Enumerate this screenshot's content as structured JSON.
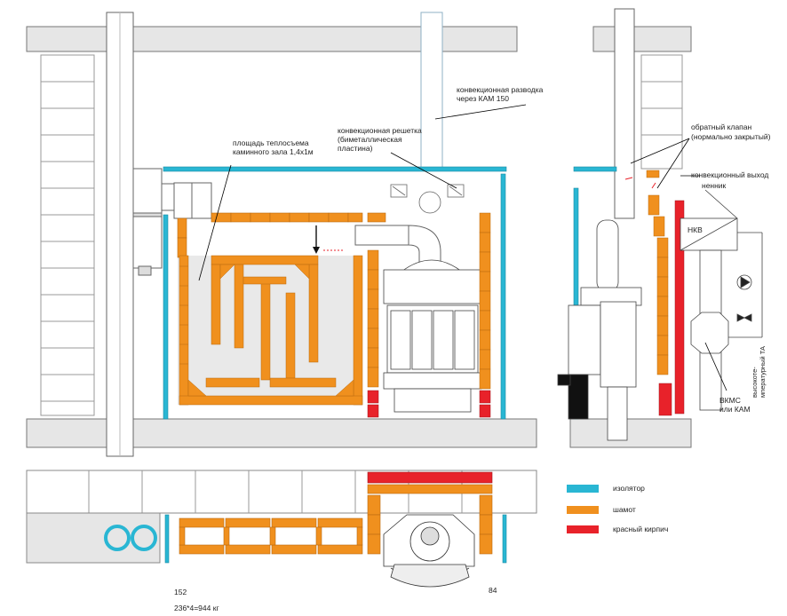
{
  "labels": {
    "convection_routing_line1": "конвекционная разводка",
    "convection_routing_line2": "через КАМ 150",
    "convection_grille_line1": "конвекционная решетка",
    "convection_grille_line2": "(биметаллическая",
    "convection_grille_line3": "пластина)",
    "heat_area_line1": "площадь теплосъема",
    "heat_area_line2": "каминного зала 1,4х1м",
    "check_valve_line1": "обратный клапан",
    "check_valve_line2": "(нормально закрытый)",
    "convection_outlet_line1": "конвекционный выход",
    "convection_outlet_line2": "ненник",
    "nkv": "НКВ",
    "vkms_line1": "ВКМС",
    "vkms_line2": "или КАМ",
    "high_temp_line1": "высокоте-",
    "high_temp_line2": "мпературный ТА",
    "dim_152": "152",
    "dim_84": "84",
    "weight_note": "236*4=944 кг"
  },
  "legend": [
    {
      "label": "изолятор",
      "color": "#29b6d3"
    },
    {
      "label": "шамот",
      "color": "#f0901e"
    },
    {
      "label": "красный кирпич",
      "color": "#e8222a"
    }
  ],
  "colors": {
    "insulator": "#29b6d3",
    "chamotte": "#f0901e",
    "red_brick": "#e8222a",
    "wall_gray": "#e6e6e6",
    "outline": "#555555",
    "chamber_fill": "#e9e9e9"
  }
}
